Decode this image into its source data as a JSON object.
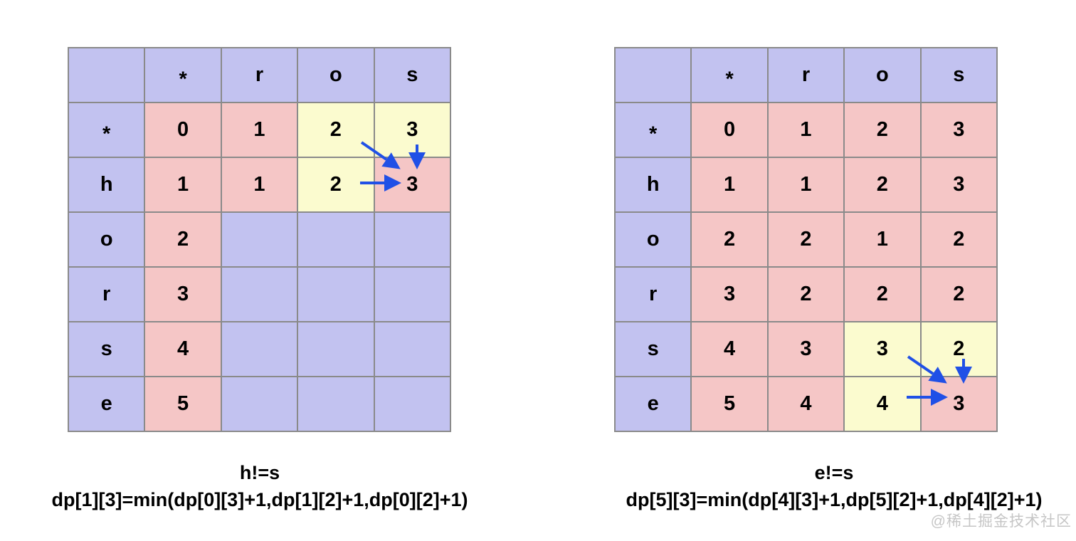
{
  "colors": {
    "header_bg": "#c2c2f0",
    "empty_bg": "#c2c2f0",
    "filled_bg": "#f5c6c6",
    "highlight_bg": "#fbfbcf",
    "border": "#8a8a8a",
    "arrow": "#2050e6",
    "watermark_text": "#c6c6c6"
  },
  "tables": {
    "left": {
      "col_headers": [
        "",
        "*",
        "r",
        "o",
        "s"
      ],
      "rows": [
        {
          "label": "*",
          "cells": [
            {
              "v": "0",
              "bg": "filled"
            },
            {
              "v": "1",
              "bg": "filled"
            },
            {
              "v": "2",
              "bg": "highlight"
            },
            {
              "v": "3",
              "bg": "highlight"
            }
          ]
        },
        {
          "label": "h",
          "cells": [
            {
              "v": "1",
              "bg": "filled"
            },
            {
              "v": "1",
              "bg": "filled"
            },
            {
              "v": "2",
              "bg": "highlight"
            },
            {
              "v": "3",
              "bg": "filled"
            }
          ]
        },
        {
          "label": "o",
          "cells": [
            {
              "v": "2",
              "bg": "filled"
            },
            {
              "v": "",
              "bg": "empty"
            },
            {
              "v": "",
              "bg": "empty"
            },
            {
              "v": "",
              "bg": "empty"
            }
          ]
        },
        {
          "label": "r",
          "cells": [
            {
              "v": "3",
              "bg": "filled"
            },
            {
              "v": "",
              "bg": "empty"
            },
            {
              "v": "",
              "bg": "empty"
            },
            {
              "v": "",
              "bg": "empty"
            }
          ]
        },
        {
          "label": "s",
          "cells": [
            {
              "v": "4",
              "bg": "filled"
            },
            {
              "v": "",
              "bg": "empty"
            },
            {
              "v": "",
              "bg": "empty"
            },
            {
              "v": "",
              "bg": "empty"
            }
          ]
        },
        {
          "label": "e",
          "cells": [
            {
              "v": "5",
              "bg": "filled"
            },
            {
              "v": "",
              "bg": "empty"
            },
            {
              "v": "",
              "bg": "empty"
            },
            {
              "v": "",
              "bg": "empty"
            }
          ]
        }
      ],
      "caption_line1": "h!=s",
      "caption_line2": "dp[1][3]=min(dp[0][3]+1,dp[1][2]+1,dp[0][2]+1)"
    },
    "right": {
      "col_headers": [
        "",
        "*",
        "r",
        "o",
        "s"
      ],
      "rows": [
        {
          "label": "*",
          "cells": [
            {
              "v": "0",
              "bg": "filled"
            },
            {
              "v": "1",
              "bg": "filled"
            },
            {
              "v": "2",
              "bg": "filled"
            },
            {
              "v": "3",
              "bg": "filled"
            }
          ]
        },
        {
          "label": "h",
          "cells": [
            {
              "v": "1",
              "bg": "filled"
            },
            {
              "v": "1",
              "bg": "filled"
            },
            {
              "v": "2",
              "bg": "filled"
            },
            {
              "v": "3",
              "bg": "filled"
            }
          ]
        },
        {
          "label": "o",
          "cells": [
            {
              "v": "2",
              "bg": "filled"
            },
            {
              "v": "2",
              "bg": "filled"
            },
            {
              "v": "1",
              "bg": "filled"
            },
            {
              "v": "2",
              "bg": "filled"
            }
          ]
        },
        {
          "label": "r",
          "cells": [
            {
              "v": "3",
              "bg": "filled"
            },
            {
              "v": "2",
              "bg": "filled"
            },
            {
              "v": "2",
              "bg": "filled"
            },
            {
              "v": "2",
              "bg": "filled"
            }
          ]
        },
        {
          "label": "s",
          "cells": [
            {
              "v": "4",
              "bg": "filled"
            },
            {
              "v": "3",
              "bg": "filled"
            },
            {
              "v": "3",
              "bg": "highlight"
            },
            {
              "v": "2",
              "bg": "highlight"
            }
          ]
        },
        {
          "label": "e",
          "cells": [
            {
              "v": "5",
              "bg": "filled"
            },
            {
              "v": "4",
              "bg": "filled"
            },
            {
              "v": "4",
              "bg": "highlight"
            },
            {
              "v": "3",
              "bg": "filled"
            }
          ]
        }
      ],
      "caption_line1": "e!=s",
      "caption_line2": "dp[5][3]=min(dp[4][3]+1,dp[5][2]+1,dp[4][2]+1)"
    }
  },
  "watermark": "@稀土掘金技术社区"
}
